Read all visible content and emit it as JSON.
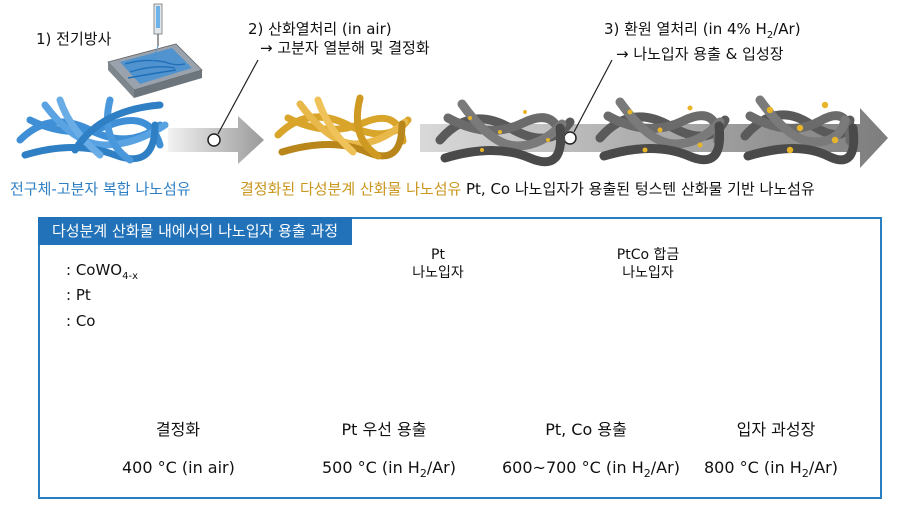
{
  "top": {
    "step1": {
      "prefix": "1) ",
      "text": "전기방사"
    },
    "step2": {
      "line1": "2) 산화열처리 (in air)",
      "line2": "→ 고분자 열분해 및 결정화"
    },
    "step3": {
      "line1_pre": "3) 환원 열처리 (in 4% H",
      "line1_sub": "2",
      "line1_post": "/Ar)",
      "line2": "→ 나노입자 용출 & 입성장"
    },
    "caption_left": "전구체-고분자 복합 나노섬유",
    "caption_mid": "결정화된 다성분계 산화물 나노섬유",
    "caption_right": "Pt, Co 나노입자가 용출된 텅스텐 산화물 기반 나노섬유"
  },
  "panel": {
    "title": "다성분계 산화물 내에서의 나노입자 용출 과정",
    "legend": [
      {
        "symbol": "gray-sphere",
        "label_pre": ": CoWO",
        "label_sub": "4-x"
      },
      {
        "symbol": "gold-sphere",
        "label_pre": ":  Pt",
        "label_sub": ""
      },
      {
        "symbol": "blue-sphere",
        "label_pre": ":  Co",
        "label_sub": ""
      }
    ],
    "np_labels": {
      "pt": {
        "line1": "Pt",
        "line2": "나노입자"
      },
      "ptco": {
        "line1": "PtCo 합금",
        "line2": "나노입자"
      }
    },
    "stages": [
      "결정화",
      "Pt 우선 용출",
      "Pt, Co 용출",
      "입자 과성장"
    ],
    "temps": [
      {
        "pre": "400 °C (in air)",
        "sub": "",
        "post": ""
      },
      {
        "pre": "500 °C (in H",
        "sub": "2",
        "post": "/Ar)"
      },
      {
        "pre": "600~700 °C (in H",
        "sub": "2",
        "post": "/Ar)"
      },
      {
        "pre": "800 °C (in H",
        "sub": "2",
        "post": "/Ar)"
      }
    ]
  },
  "colors": {
    "blue_fiber": "#3e8fd6",
    "gold_fiber": "#d8a42a",
    "gray_fiber": "#5a5a5a",
    "panel_border": "#2a7fc1",
    "title_bg": "#2172b9",
    "caption_blue": "#2f7fc4",
    "caption_gold": "#c9961e",
    "arrow_start": "#fdeee8",
    "arrow_end": "#e84a3a"
  }
}
